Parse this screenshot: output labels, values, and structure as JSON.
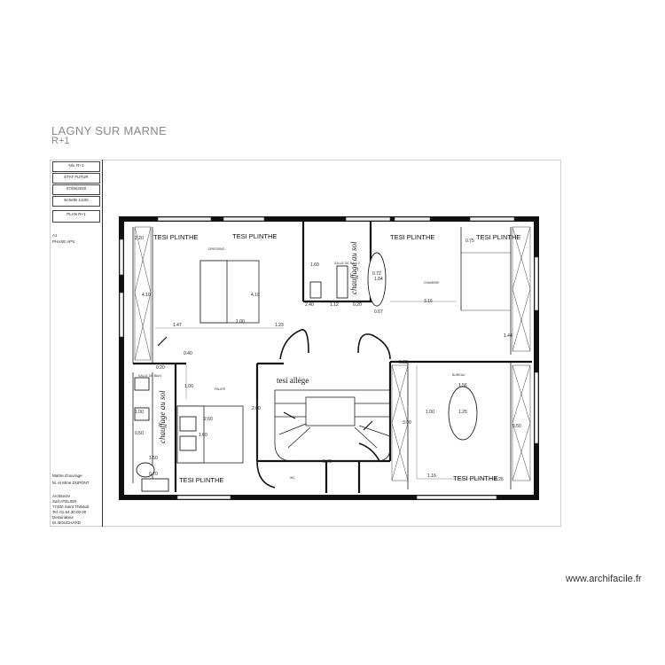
{
  "header": {
    "title": "LAGNY SUR MARNE",
    "subtitle": "R+1"
  },
  "cartouche": {
    "top_boxes": [
      "Niv. R+1",
      "ETAT FUTUR",
      "07/06/2020",
      "Echelle 1/100"
    ],
    "plan_label": "PLAN R+1",
    "phase_index": "A1",
    "phase_label": "PHASE APS",
    "bottom_lines": [
      "Maître d'ouvrage",
      "M. et Mme DUPONT",
      "Architecte",
      "Sarl ATELIER",
      "77400 Saint Thibault",
      "Tel. 01.64.30.00.00",
      "Dessinateur",
      "M. BOUCHARD"
    ]
  },
  "plan": {
    "labels": {
      "plinth": "TESI PLINTHE",
      "chauffage": "chauffage au sol",
      "allege": "tesi allège",
      "room_chambre": "CHAMBRE",
      "room_sdb": "SALLE DE BAIN",
      "room_bureau": "BUREAU",
      "room_palier": "PALIER",
      "room_wc": "WC",
      "room_dressing": "DRESSING",
      "room_sdb2": "SALLE DE BAIN 2"
    },
    "dims": {
      "d1": "4.10",
      "d2": "1.47",
      "d3": "1.00",
      "d4": "1.23",
      "d5": "4.10",
      "d6": "2.40",
      "d7": "1.12",
      "d8": "0.20",
      "d9": "0.67",
      "d10": "3.16",
      "d11": "0.72",
      "d12": "1.84",
      "d13": "0.75",
      "d14": "1.44",
      "d15": "0.33",
      "d16": "3.00",
      "d17": "1.56",
      "d18": "1.25",
      "d19": "1.00",
      "d20": "0.50",
      "d21": "2.00",
      "d22": "1.00",
      "d23": "1.60",
      "d24": "2.60",
      "d25": "0.70",
      "d26": "1.50",
      "d27": "0.20",
      "d28": "1.16",
      "d29": "0.26",
      "d30": "0.50",
      "d31": "1.00",
      "d32": "2.20",
      "d33": "1.60",
      "d34": "0.40",
      "d35": "0.40"
    }
  },
  "watermark": "www.archifacile.fr"
}
